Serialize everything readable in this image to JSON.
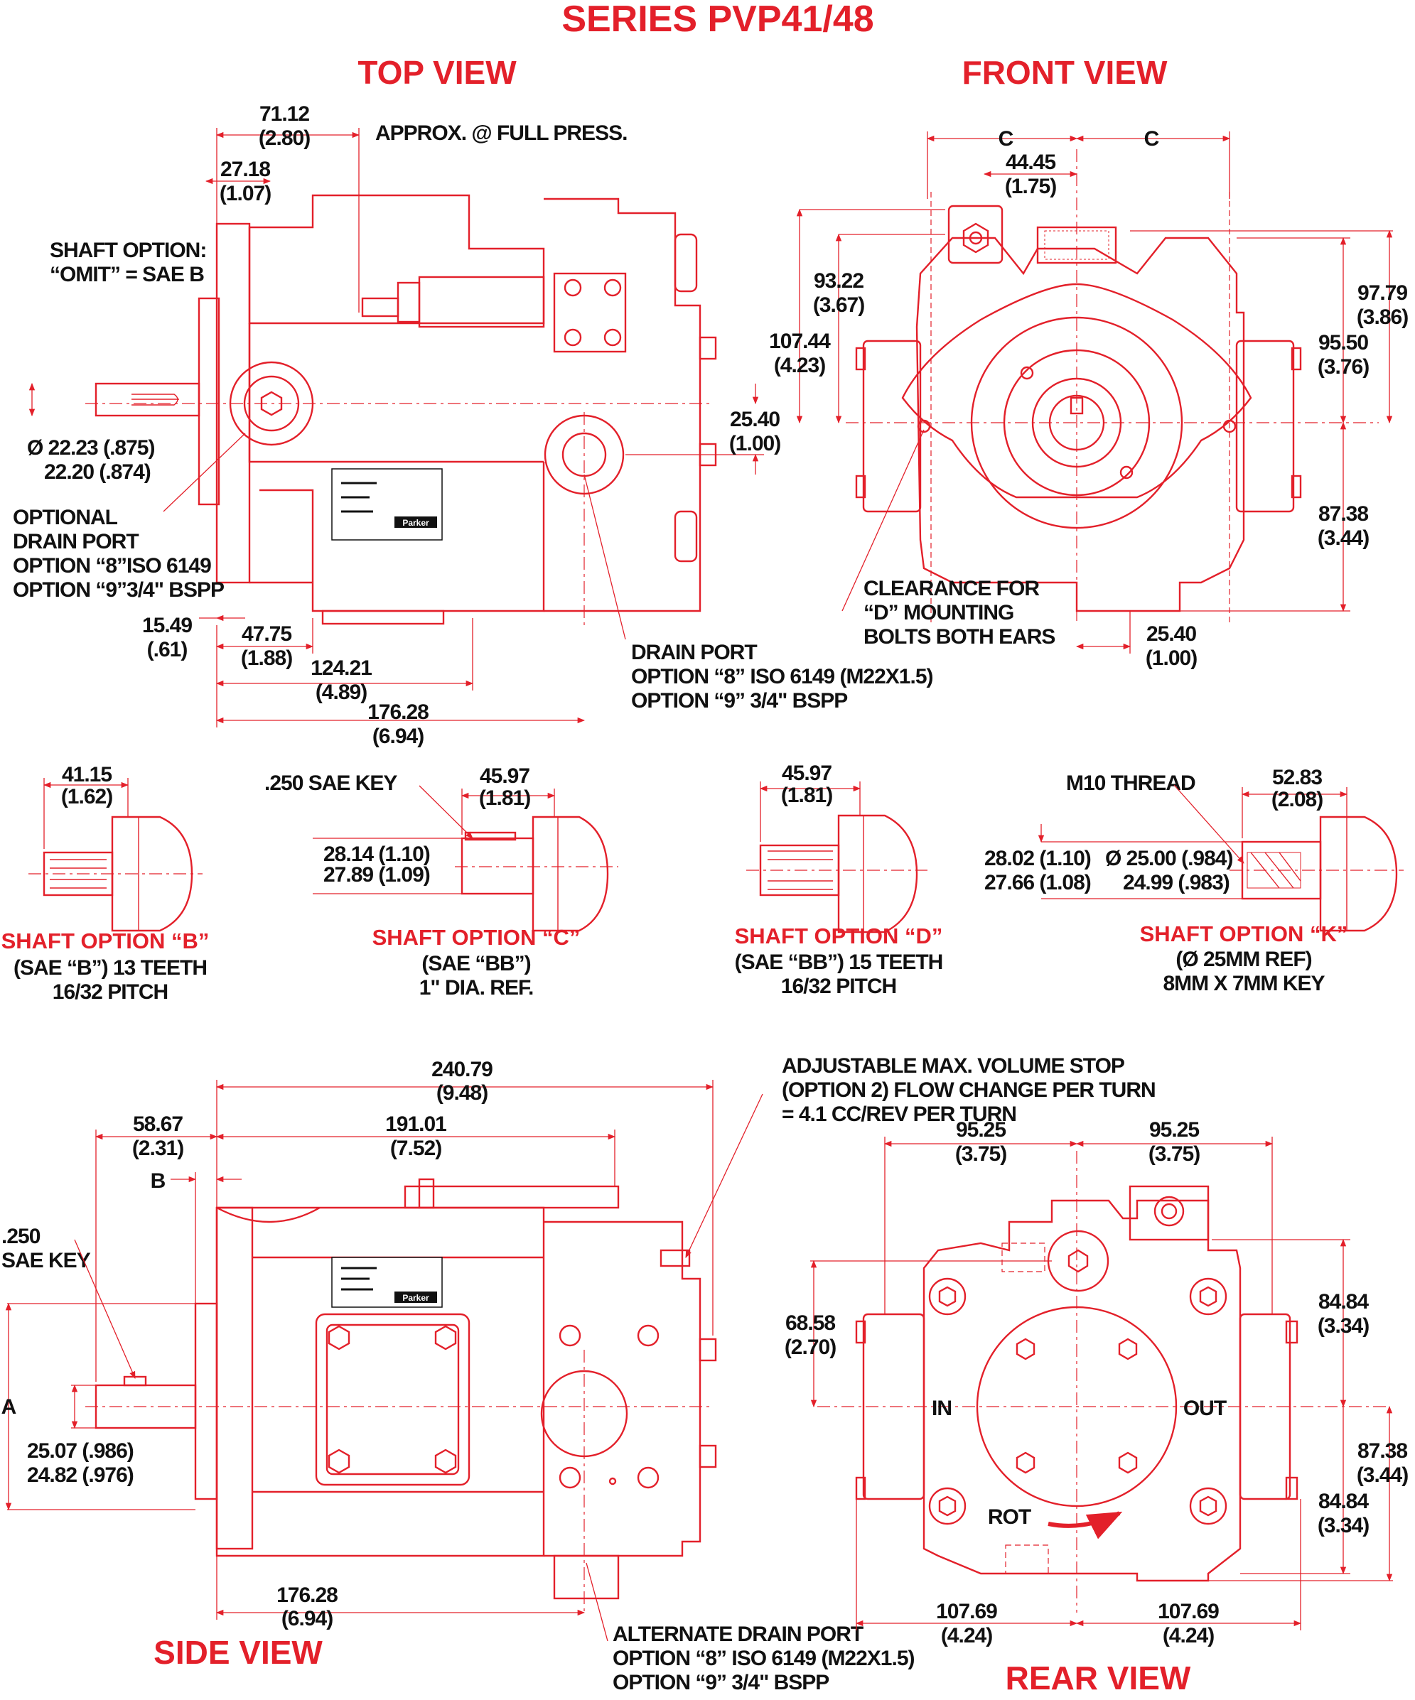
{
  "title": "SERIES PVP41/48",
  "views": {
    "top": "TOP VIEW",
    "front": "FRONT VIEW",
    "side": "SIDE VIEW",
    "rear": "REAR VIEW"
  },
  "brand": "Parker",
  "top_view": {
    "dim_71_12": "71.12",
    "dim_71_12_in": "(2.80)",
    "approx_note": "APPROX. @ FULL PRESS.",
    "dim_27_18": "27.18",
    "dim_27_18_in": "(1.07)",
    "shaft_option_line1": "SHAFT OPTION:",
    "shaft_option_line2": "“OMIT” = SAE B",
    "dia_line1": "Ø 22.23 (.875)",
    "dia_line2": "22.20 (.874)",
    "optional_drain_1": "OPTIONAL",
    "optional_drain_2": "DRAIN PORT",
    "optional_drain_3": "OPTION “8”ISO 6149",
    "optional_drain_4": "OPTION “9”3/4\" BSPP",
    "dim_15_49": "15.49",
    "dim_15_49_in": "(.61)",
    "dim_47_75": "47.75",
    "dim_47_75_in": "(1.88)",
    "dim_124_21": "124.21",
    "dim_124_21_in": "(4.89)",
    "dim_176_28": "176.28",
    "dim_176_28_in": "(6.94)",
    "dim_25_40": "25.40",
    "dim_25_40_in": "(1.00)",
    "drain_port_1": "DRAIN PORT",
    "drain_port_2": "OPTION “8” ISO 6149 (M22X1.5)",
    "drain_port_3": "OPTION “9” 3/4\" BSPP"
  },
  "front_view": {
    "c_left": "C",
    "c_right": "C",
    "dim_44_45": "44.45",
    "dim_44_45_in": "(1.75)",
    "dim_93_22": "93.22",
    "dim_93_22_in": "(3.67)",
    "dim_107_44": "107.44",
    "dim_107_44_in": "(4.23)",
    "dim_97_79": "97.79",
    "dim_97_79_in": "(3.86)",
    "dim_95_50": "95.50",
    "dim_95_50_in": "(3.76)",
    "dim_87_38": "87.38",
    "dim_87_38_in": "(3.44)",
    "dim_25_40": "25.40",
    "dim_25_40_in": "(1.00)",
    "clearance_1": "CLEARANCE FOR",
    "clearance_2": "“D” MOUNTING",
    "clearance_3": "BOLTS BOTH EARS"
  },
  "shafts": {
    "b": {
      "dim": "41.15",
      "dim_in": "(1.62)",
      "title": "SHAFT OPTION “B”",
      "line1": "(SAE “B”) 13 TEETH",
      "line2": "16/32 PITCH"
    },
    "c": {
      "key": ".250 SAE KEY",
      "dim": "45.97",
      "dim_in": "(1.81)",
      "d1": "28.14 (1.10)",
      "d2": "27.89 (1.09)",
      "title": "SHAFT OPTION “C”",
      "line1": "(SAE “BB”)",
      "line2": "1\" DIA. REF."
    },
    "d": {
      "dim": "45.97",
      "dim_in": "(1.81)",
      "title": "SHAFT OPTION “D”",
      "line1": "(SAE “BB”) 15 TEETH",
      "line2": "16/32 PITCH"
    },
    "k": {
      "thread": "M10 THREAD",
      "dim": "52.83",
      "dim_in": "(2.08)",
      "d1": "28.02 (1.10)",
      "d2": "27.66 (1.08)",
      "dia1": "Ø 25.00 (.984)",
      "dia2": "24.99 (.983)",
      "title": "SHAFT OPTION “K”",
      "line1": "(Ø 25MM REF)",
      "line2": "8MM X 7MM KEY"
    }
  },
  "side_view": {
    "dim_240_79": "240.79",
    "dim_240_79_in": "(9.48)",
    "dim_191_01": "191.01",
    "dim_191_01_in": "(7.52)",
    "dim_58_67": "58.67",
    "dim_58_67_in": "(2.31)",
    "b_label": "B",
    "key_1": ".250",
    "key_2": "SAE KEY",
    "a_label": "A",
    "d1": "25.07 (.986)",
    "d2": "24.82 (.976)",
    "dim_176_28": "176.28",
    "dim_176_28_in": "(6.94)",
    "stop_1": "ADJUSTABLE MAX. VOLUME STOP",
    "stop_2": "(OPTION 2) FLOW CHANGE PER TURN",
    "stop_3": "= 4.1 CC/REV PER TURN",
    "alt_1": "ALTERNATE DRAIN PORT",
    "alt_2": "OPTION “8” ISO 6149 (M22X1.5)",
    "alt_3": "OPTION “9” 3/4\" BSPP"
  },
  "rear_view": {
    "dim_95_25_l": "95.25",
    "dim_95_25_l_in": "(3.75)",
    "dim_95_25_r": "95.25",
    "dim_95_25_r_in": "(3.75)",
    "dim_68_58": "68.58",
    "dim_68_58_in": "(2.70)",
    "dim_84_84_a": "84.84",
    "dim_84_84_a_in": "(3.34)",
    "dim_87_38": "87.38",
    "dim_87_38_in": "(3.44)",
    "dim_84_84_b": "84.84",
    "dim_84_84_b_in": "(3.34)",
    "in_label": "IN",
    "out_label": "OUT",
    "rot_label": "ROT",
    "dim_107_69_l": "107.69",
    "dim_107_69_l_in": "(4.24)",
    "dim_107_69_r": "107.69",
    "dim_107_69_r_in": "(4.24)"
  },
  "colors": {
    "line": "#e3202a",
    "text": "#111111",
    "background": "#ffffff"
  }
}
